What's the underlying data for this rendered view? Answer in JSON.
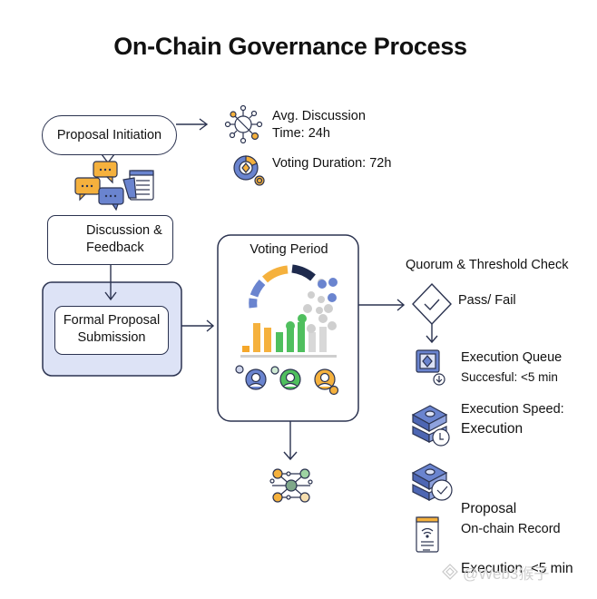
{
  "title": "On-Chain Governance Process",
  "steps": {
    "initiation": "Proposal Initiation",
    "discussion_line1": "Discussion &",
    "discussion_line2": "Feedback",
    "formal_line1": "Formal Proposal",
    "formal_line2": "Submission",
    "voting": "Voting Period",
    "quorum": "Quorum & Threshold Check",
    "pass_fail": "Pass/ Fail"
  },
  "metrics": {
    "discussion_line1": "Avg. Discussion",
    "discussion_line2": "Time: 24h",
    "voting_duration": "Voting Duration: 72h"
  },
  "execution": {
    "queue_line1": "Execution Queue",
    "queue_line2": "Succesful: <5 min",
    "speed_line1": "Execution Speed:",
    "speed_line2": "Execution",
    "proposal_line1": "Proposal",
    "proposal_line2": "Execution  <5 min",
    "record": "On-chain Record"
  },
  "watermark": "@Web3猴子",
  "colors": {
    "stroke": "#2b3350",
    "orange": "#f5b13d",
    "blue": "#6a84cf",
    "navy": "#1e2a4d",
    "green": "#4fbf5e",
    "gray": "#cfcfcf",
    "panel": "#dde3f6"
  }
}
